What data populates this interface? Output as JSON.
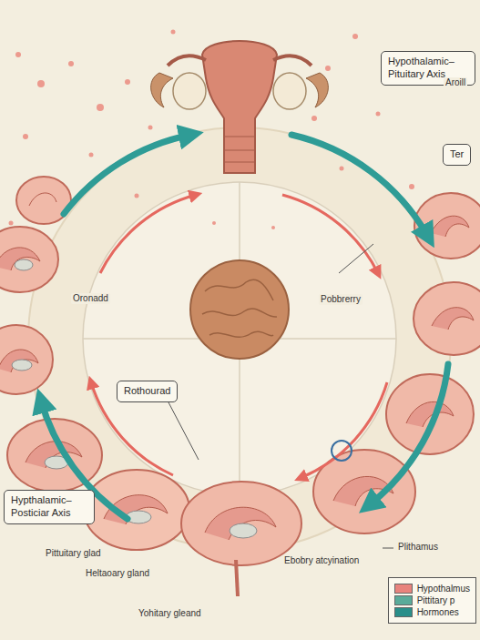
{
  "diagram": {
    "nodes": [
      {
        "text": [
          "Hypothalamic– Pituitary Axis"
        ]
      },
      {
        "text": [
          "Ter"
        ]
      },
      {
        "text": [
          "Rothourad"
        ]
      },
      {
        "text": [
          "Hypthalamic– Posticiar Axis"
        ]
      }
    ],
    "labels": [
      "Aroill",
      "Oronadd",
      "Pobbrerry",
      "Pittuitary glad",
      "Heltaoary gland",
      "Yohitary gleand",
      "Plithamus",
      "Ebobry atcyination"
    ],
    "legend": [
      {
        "text": "Hypothalmus",
        "color": "#e8837d"
      },
      {
        "text": "Pittitary p",
        "color": "#5aab9a"
      },
      {
        "text": "Hormones",
        "color": "#2a8f8a"
      }
    ]
  }
}
